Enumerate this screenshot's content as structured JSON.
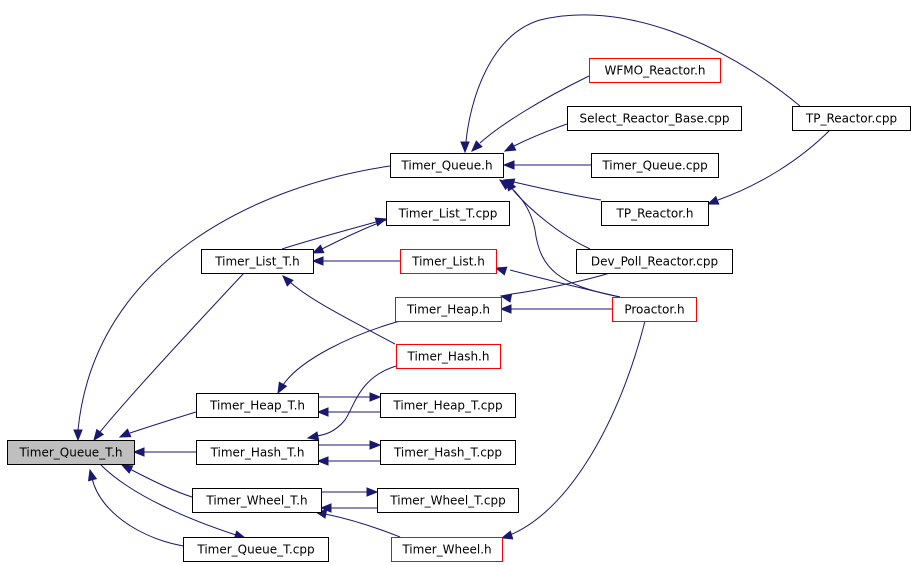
{
  "colors": {
    "edge": "#191970",
    "current_fill": "#bfbfbf",
    "normal_border": "#000000",
    "incomplete_border": "#ff0000",
    "background": "#ffffff"
  },
  "nodes": [
    {
      "id": "timer_queue_t_h",
      "label": "Timer_Queue_T.h",
      "style": "current"
    },
    {
      "id": "timer_queue_h",
      "label": "Timer_Queue.h",
      "style": "normal"
    },
    {
      "id": "wfmo_reactor_h",
      "label": "WFMO_Reactor.h",
      "style": "red"
    },
    {
      "id": "select_reactor_base_cpp",
      "label": "Select_Reactor_Base.cpp",
      "style": "normal"
    },
    {
      "id": "timer_queue_cpp",
      "label": "Timer_Queue.cpp",
      "style": "normal"
    },
    {
      "id": "tp_reactor_h",
      "label": "TP_Reactor.h",
      "style": "normal"
    },
    {
      "id": "tp_reactor_cpp",
      "label": "TP_Reactor.cpp",
      "style": "normal"
    },
    {
      "id": "dev_poll_reactor_cpp",
      "label": "Dev_Poll_Reactor.cpp",
      "style": "normal"
    },
    {
      "id": "proactor_h",
      "label": "Proactor.h",
      "style": "red"
    },
    {
      "id": "timer_list_t_cpp",
      "label": "Timer_List_T.cpp",
      "style": "normal"
    },
    {
      "id": "timer_list_t_h",
      "label": "Timer_List_T.h",
      "style": "normal"
    },
    {
      "id": "timer_list_h",
      "label": "Timer_List.h",
      "style": "red"
    },
    {
      "id": "timer_heap_h",
      "label": "Timer_Heap.h",
      "style": "red"
    },
    {
      "id": "timer_hash_h",
      "label": "Timer_Hash.h",
      "style": "red"
    },
    {
      "id": "timer_heap_t_h",
      "label": "Timer_Heap_T.h",
      "style": "normal"
    },
    {
      "id": "timer_heap_t_cpp",
      "label": "Timer_Heap_T.cpp",
      "style": "normal"
    },
    {
      "id": "timer_hash_t_h",
      "label": "Timer_Hash_T.h",
      "style": "normal"
    },
    {
      "id": "timer_hash_t_cpp",
      "label": "Timer_Hash_T.cpp",
      "style": "normal"
    },
    {
      "id": "timer_wheel_t_h",
      "label": "Timer_Wheel_T.h",
      "style": "normal"
    },
    {
      "id": "timer_wheel_t_cpp",
      "label": "Timer_Wheel_T.cpp",
      "style": "normal"
    },
    {
      "id": "timer_queue_t_cpp",
      "label": "Timer_Queue_T.cpp",
      "style": "normal"
    },
    {
      "id": "timer_wheel_h",
      "label": "Timer_Wheel.h",
      "style": "red"
    }
  ],
  "edges": [
    {
      "from": "timer_queue_h",
      "to": "timer_queue_t_h"
    },
    {
      "from": "timer_list_t_h",
      "to": "timer_queue_t_h"
    },
    {
      "from": "timer_heap_t_h",
      "to": "timer_queue_t_h"
    },
    {
      "from": "timer_hash_t_h",
      "to": "timer_queue_t_h"
    },
    {
      "from": "timer_wheel_t_h",
      "to": "timer_queue_t_h"
    },
    {
      "from": "timer_queue_t_cpp",
      "to": "timer_queue_t_h"
    },
    {
      "from": "wfmo_reactor_h",
      "to": "timer_queue_h"
    },
    {
      "from": "select_reactor_base_cpp",
      "to": "timer_queue_h"
    },
    {
      "from": "timer_queue_cpp",
      "to": "timer_queue_h"
    },
    {
      "from": "tp_reactor_h",
      "to": "timer_queue_h"
    },
    {
      "from": "tp_reactor_cpp",
      "to": "timer_queue_h"
    },
    {
      "from": "dev_poll_reactor_cpp",
      "to": "timer_queue_h"
    },
    {
      "from": "proactor_h",
      "to": "timer_queue_h"
    },
    {
      "from": "tp_reactor_cpp",
      "to": "tp_reactor_h"
    },
    {
      "from": "timer_list_t_cpp",
      "to": "timer_list_t_h"
    },
    {
      "from": "timer_list_h",
      "to": "timer_list_t_h"
    },
    {
      "from": "timer_hash_h",
      "to": "timer_list_t_h"
    },
    {
      "from": "proactor_h",
      "to": "timer_list_h"
    },
    {
      "from": "dev_poll_reactor_cpp",
      "to": "timer_heap_h"
    },
    {
      "from": "proactor_h",
      "to": "timer_heap_h"
    },
    {
      "from": "timer_heap_h",
      "to": "timer_heap_t_h"
    },
    {
      "from": "timer_heap_t_cpp",
      "to": "timer_heap_t_h"
    },
    {
      "from": "timer_hash_h",
      "to": "timer_hash_t_h"
    },
    {
      "from": "timer_hash_t_cpp",
      "to": "timer_hash_t_h"
    },
    {
      "from": "timer_wheel_t_cpp",
      "to": "timer_wheel_t_h"
    },
    {
      "from": "timer_wheel_h",
      "to": "timer_wheel_t_h"
    },
    {
      "from": "proactor_h",
      "to": "timer_wheel_h"
    },
    {
      "from": "timer_heap_t_h",
      "to": "timer_heap_t_cpp"
    },
    {
      "from": "timer_hash_t_h",
      "to": "timer_hash_t_cpp"
    },
    {
      "from": "timer_wheel_t_h",
      "to": "timer_wheel_t_cpp"
    },
    {
      "from": "timer_list_t_h",
      "to": "timer_list_t_cpp"
    },
    {
      "from": "timer_queue_t_h",
      "to": "timer_queue_t_cpp"
    }
  ]
}
